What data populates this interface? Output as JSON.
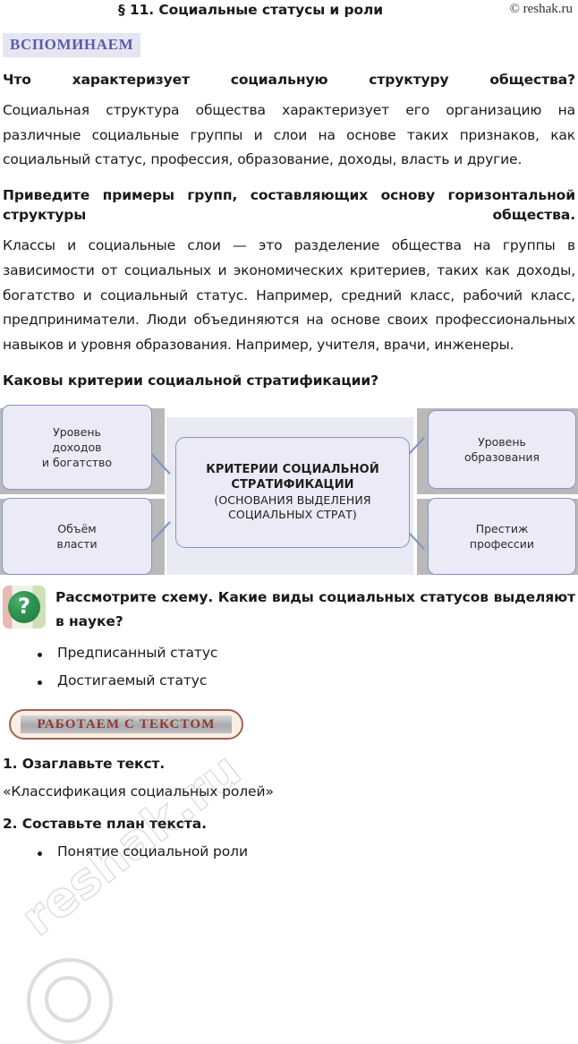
{
  "header": {
    "title": "§ 11. Социальные статусы и роли",
    "copyright": "© reshak.ru"
  },
  "watermark": {
    "text": "reshak.ru",
    "copyright_glyph": "©"
  },
  "recall": {
    "badge": "ВСПОМИНАЕМ",
    "question_1": "Что характеризует социальную структуру общества?",
    "answer_1": "Социальная структура общества характеризует его организацию на различные социальные группы и слои на основе таких признаков, как социальный статус, профессия, образование, доходы, власть и другие.",
    "question_2": "Приведите примеры групп, составляющих основу горизонтальной структуры общества.",
    "answer_2": "Классы и социальные слои — это разделение общества на группы в зависимости от социальных и экономических критериев, таких как доходы, богатство и социальный статус. Например, средний класс, рабочий класс, предприниматели. Люди объединяются на основе своих профессиональных навыков и уровня образования. Например, учителя, врачи, инженеры.",
    "question_3": "Каковы критерии социальной стратификации?"
  },
  "diagram": {
    "center": {
      "title_line_1": "КРИТЕРИИ СОЦИАЛЬНОЙ",
      "title_line_2": "СТРАТИФИКАЦИИ",
      "sub_line_1": "(ОСНОВАНИЯ ВЫДЕЛЕНИЯ",
      "sub_line_2": "СОЦИАЛЬНЫХ СТРАТ)"
    },
    "nodes": [
      {
        "id": "income",
        "line_1": "Уровень",
        "line_2": "доходов",
        "line_3": "и богатство"
      },
      {
        "id": "power",
        "line_1": "Объём",
        "line_2": "власти",
        "line_3": ""
      },
      {
        "id": "education",
        "line_1": "Уровень",
        "line_2": "образования",
        "line_3": ""
      },
      {
        "id": "prestige",
        "line_1": "Престиж",
        "line_2": "профессии",
        "line_3": ""
      }
    ],
    "colors": {
      "box_fill": "#eceaf6",
      "box_border": "#8096c8",
      "pale_panel": "#eaeaf4",
      "shadow": "#b9b9b9"
    }
  },
  "scheme_task": {
    "icon_glyph": "?",
    "icon_color": "#2f9350",
    "prompt": "Рассмотрите схему. Какие виды социальных статусов выделяют в науке?",
    "answers": [
      "Предписанный статус",
      "Достигаемый статус"
    ]
  },
  "work_with_text": {
    "banner": "РАБОТАЕМ  С  ТЕКСТОМ",
    "banner_border_color": "#9d6257",
    "banner_text_color": "#8b3a30",
    "task_1_heading": "1. Озаглавьте текст.",
    "task_1_answer": "«Классификация социальных ролей»",
    "task_2_heading": "2. Составьте план текста.",
    "task_2_items": [
      "Понятие социальной роли"
    ]
  }
}
